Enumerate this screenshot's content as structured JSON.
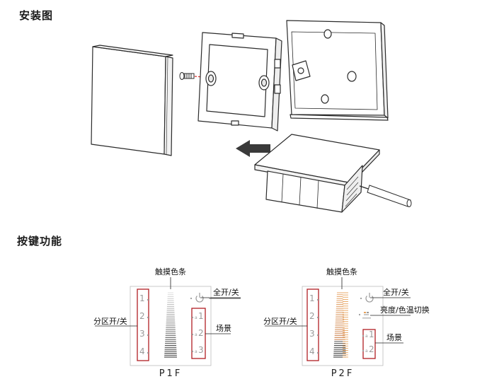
{
  "headings": {
    "installation": "安装图",
    "key_functions": "按键功能"
  },
  "panel_p1f": {
    "caption": "P1F",
    "labels": {
      "touch_strip": "触摸色条",
      "all_on_off": "全开/关",
      "zone_on_off": "分区开/关",
      "scene": "场景"
    },
    "zone_keys": [
      "1",
      "2",
      "3",
      "4"
    ],
    "scene_keys": [
      "1",
      "2",
      "3"
    ]
  },
  "panel_p2f": {
    "caption": "P2F",
    "labels": {
      "touch_strip": "触摸色条",
      "all_on_off": "全开/关",
      "brightness_cct_switch": "亮度/色温切换",
      "zone_on_off": "分区开/关",
      "scene": "场景"
    },
    "zone_keys": [
      "1",
      "2",
      "3",
      "4"
    ],
    "scene_keys": [
      "1",
      "2"
    ]
  },
  "colors": {
    "highlight_box": "#b01e23",
    "screw_dash": "#d9302a",
    "strip_warm": "#e8a25a",
    "line": "#333333"
  },
  "icons": [
    "power-icon",
    "arrow-left-icon",
    "screwdriver-icon"
  ]
}
